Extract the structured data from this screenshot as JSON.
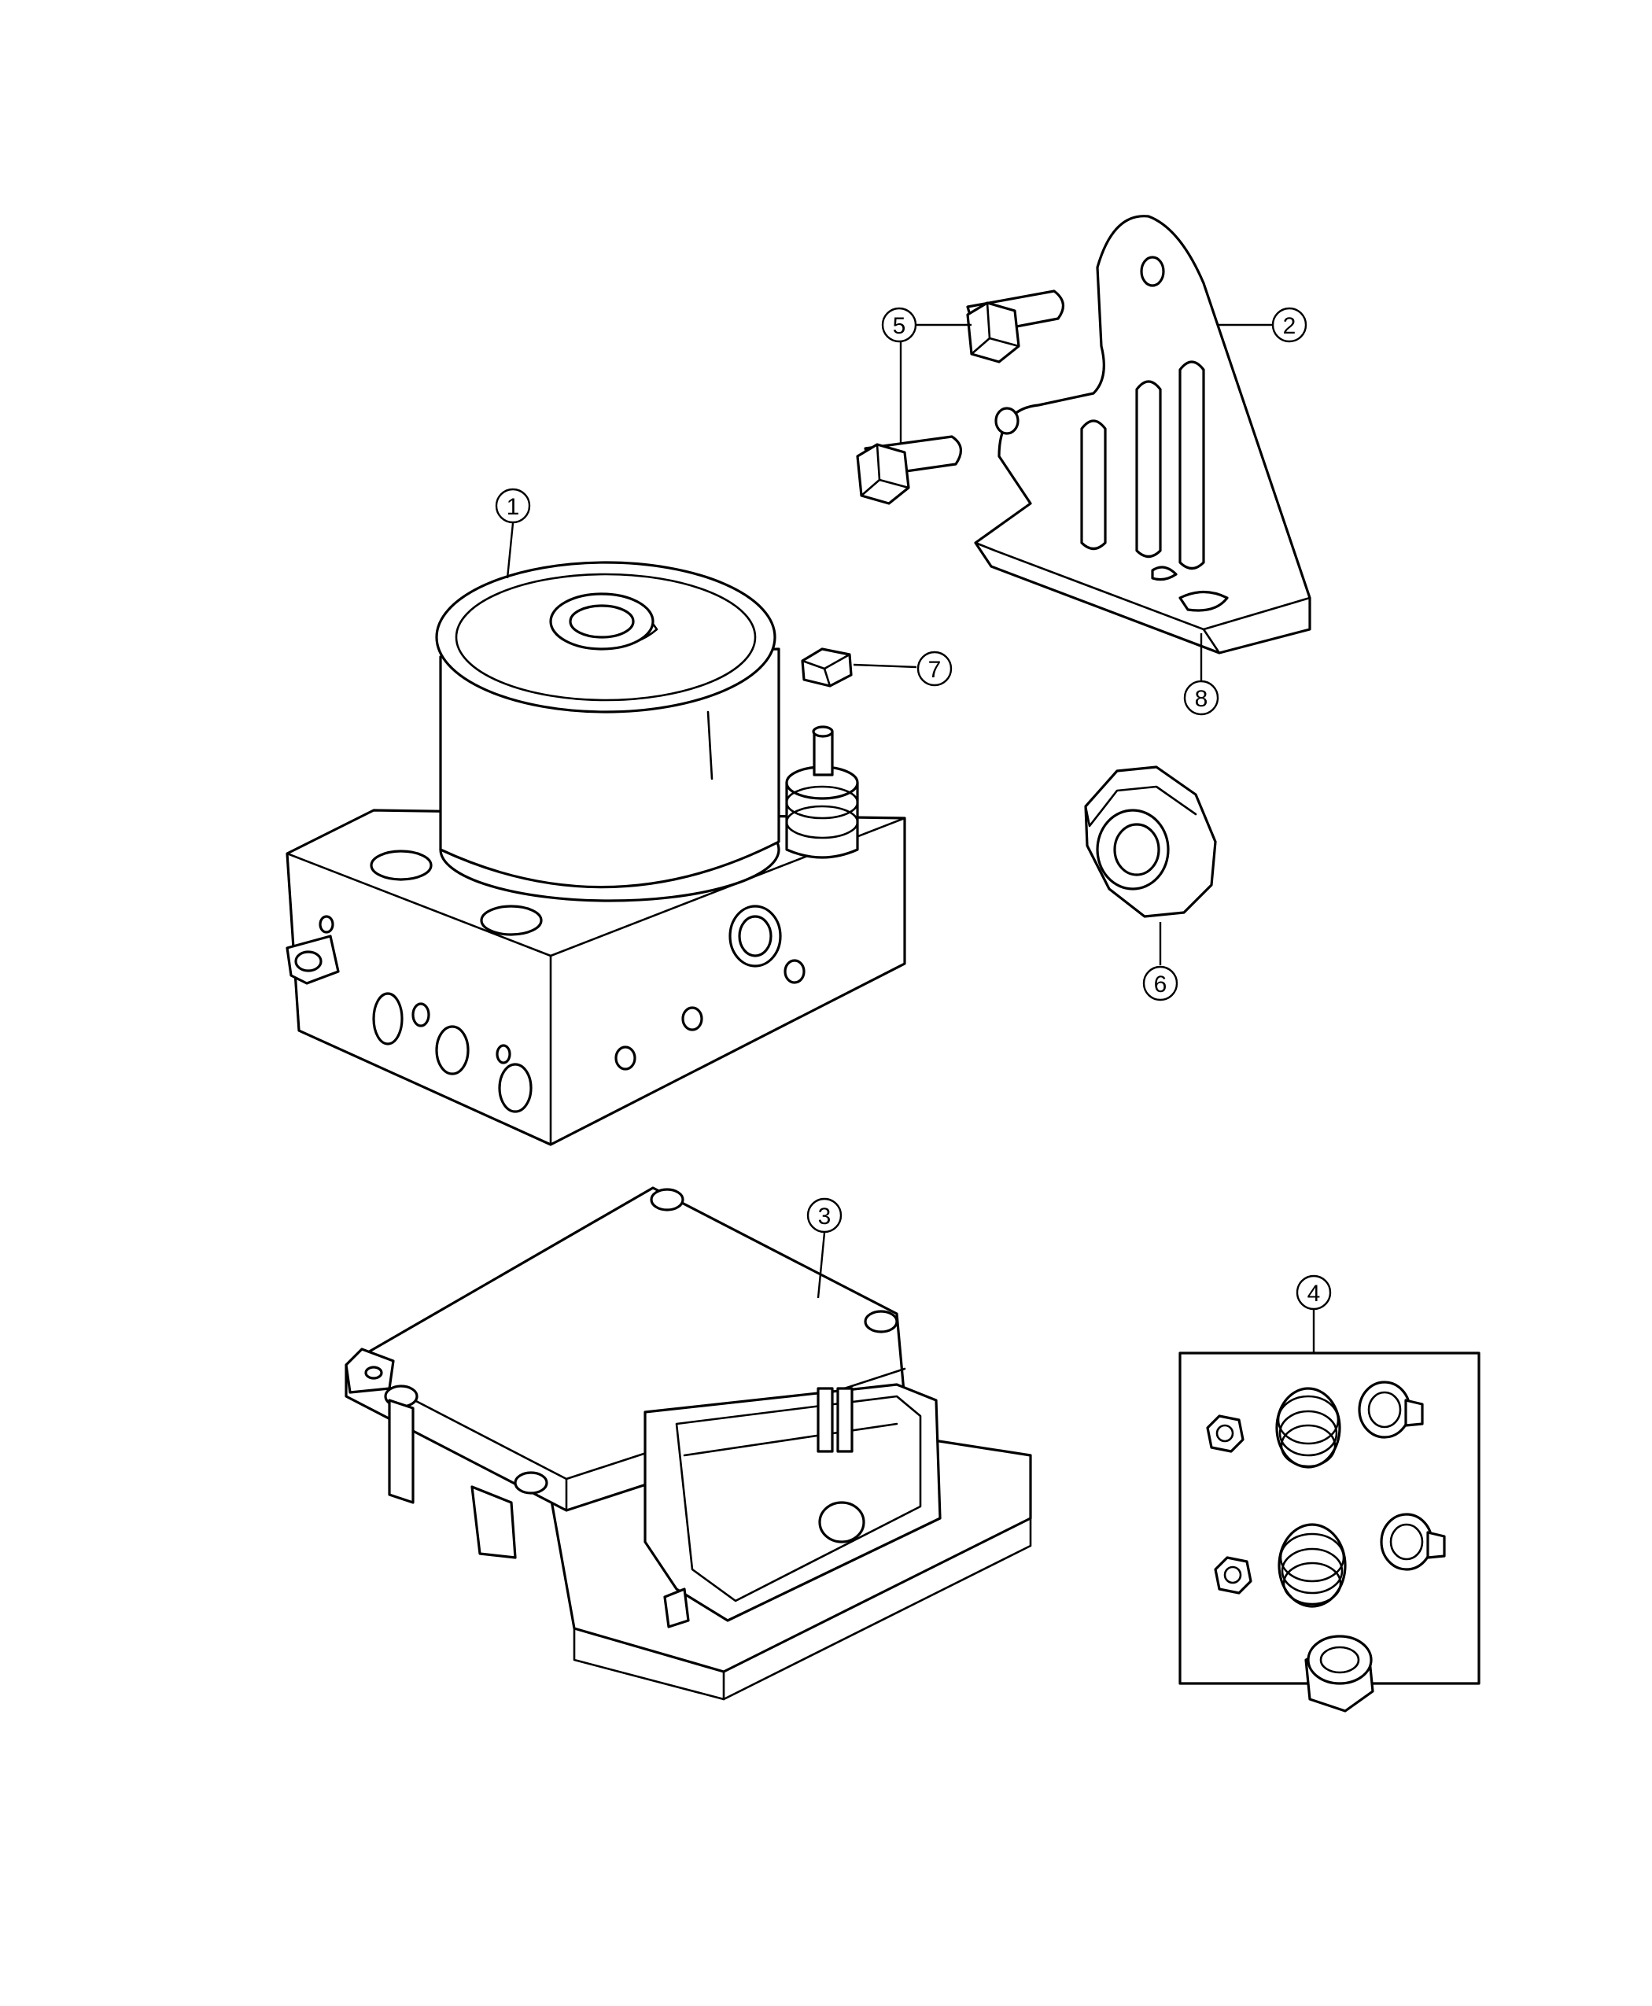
{
  "callouts": [
    {
      "id": "callout-1",
      "number": "1",
      "part": "hydraulic-unit"
    },
    {
      "id": "callout-2",
      "number": "2",
      "part": "mounting-bracket"
    },
    {
      "id": "callout-3",
      "number": "3",
      "part": "control-module"
    },
    {
      "id": "callout-4",
      "number": "4",
      "part": "seal-and-fastener-kit"
    },
    {
      "id": "callout-5",
      "number": "5",
      "part": "bolt"
    },
    {
      "id": "callout-6",
      "number": "6",
      "part": "isolator"
    },
    {
      "id": "callout-7",
      "number": "7",
      "part": "nut"
    },
    {
      "id": "callout-8",
      "number": "8",
      "part": "bracket-slot"
    }
  ],
  "colors": {
    "line": "#000000",
    "background": "#ffffff"
  }
}
